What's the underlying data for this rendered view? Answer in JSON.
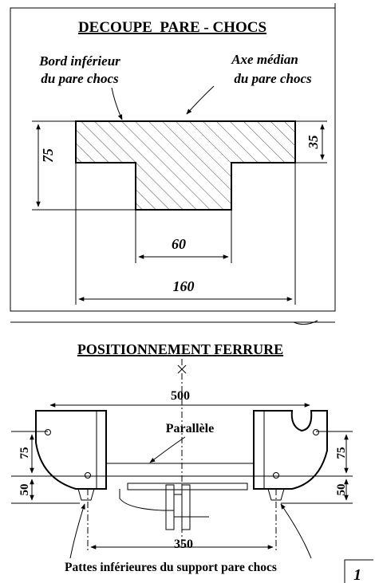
{
  "top_panel": {
    "title": "DECOUPE  PARE - CHOCS",
    "label_lower_edge": [
      "Bord inférieur",
      "du pare chocs"
    ],
    "label_center_axis": [
      "Axe médian",
      "du pare chocs"
    ],
    "dim_total_height": "75",
    "dim_side_height": "35",
    "dim_tab_width": "60",
    "dim_total_width": "160"
  },
  "bottom_panel": {
    "title": "POSITIONNEMENT FERRURE",
    "dim_top_width": "500",
    "label_parallel": "Parallèle",
    "dim_left_upper": "75",
    "dim_left_lower": "50",
    "dim_right_upper": "75",
    "dim_right_lower": "50",
    "dim_bottom_width": "350",
    "caption": "Pattes inférieures du support pare chocs"
  },
  "page_number": "1"
}
